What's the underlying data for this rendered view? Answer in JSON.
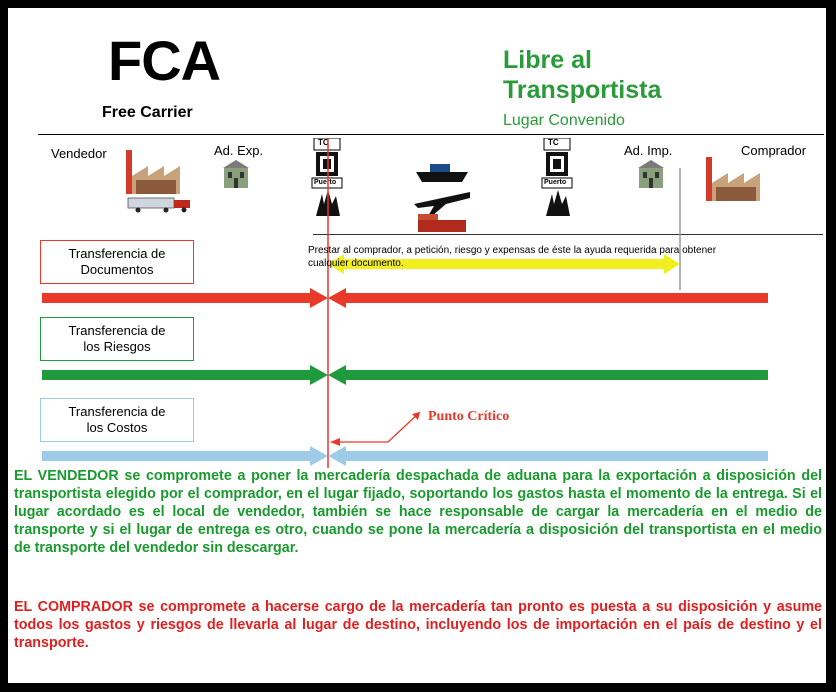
{
  "header": {
    "term": "FCA",
    "term_en": "Free Carrier",
    "term_es": "Libre al\nTransportista",
    "place": "Lugar Convenido"
  },
  "parties": {
    "seller": "Vendedor",
    "export_customs": "Ad. Exp.",
    "import_customs": "Ad. Imp.",
    "buyer": "Comprador",
    "tc": "TC",
    "port": "Puerto"
  },
  "icons": [
    "factory-icon",
    "truck-icon",
    "customs-building-icon",
    "terminal-icon",
    "port-crane-icon",
    "ship-icon",
    "airplane-icon",
    "train-icon"
  ],
  "transfers": [
    {
      "label": "Transferencia de Documentos",
      "color": "#e8392b"
    },
    {
      "label": "Transferencia de los Riesgos",
      "color": "#1f9a3c"
    },
    {
      "label": "Transferencia de los Costos",
      "color": "#9ecbe8"
    }
  ],
  "document_note": "Prestar al comprador, a petición, riesgo y expensas de éste la ayuda requerida para obtener cualquier documento.",
  "critical_point": "Punto Crítico",
  "seller_paragraph": "EL VENDEDOR se compromete a poner la mercadería despachada de aduana para la exportación a disposición del transportista elegido por el comprador, en el lugar fijado, soportando los gastos hasta el momento de la entrega. Si el lugar acordado es el local de vendedor, también se hace responsable de cargar la mercadería en el medio de transporte y si el lugar de entrega es otro, cuando se pone la mercadería a disposición del transportista en el medio de transporte del vendedor sin descargar.",
  "buyer_paragraph": "EL COMPRADOR se compromete a hacerse cargo de la mercadería tan pronto es puesta a su disposición y asume todos los gastos y riesgos de llevarla al lugar de destino, incluyendo los de importación en el país de destino y el transporte.",
  "colors": {
    "green": "#1a9a2e",
    "red": "#e02020",
    "yellow": "#f2ef1e",
    "light_blue": "#9ecbe8"
  }
}
